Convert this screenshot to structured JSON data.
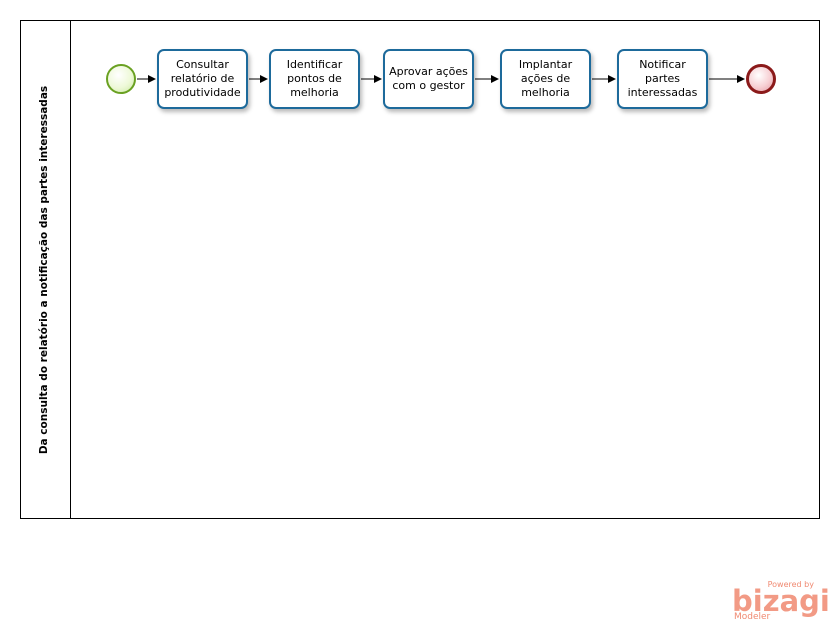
{
  "lane": {
    "title": "Da consulta do relatório a notificação das partes interessadas"
  },
  "tasks": [
    {
      "label": "Consultar\nrelatório de\nprodutividade"
    },
    {
      "label": "Identificar\npontos de\nmelhoria"
    },
    {
      "label": "Aprovar ações\ncom o gestor"
    },
    {
      "label": "Implantar\nações de\nmelhoria"
    },
    {
      "label": "Notificar partes\ninteressadas"
    }
  ],
  "colors": {
    "task_border": "#1d6a9b",
    "start_event": "#6aa122",
    "end_event": "#8b1a1a",
    "brand": "#f29a85"
  },
  "branding": {
    "powered_by": "Powered by",
    "brand_name": "bizagi",
    "product": "Modeler"
  }
}
